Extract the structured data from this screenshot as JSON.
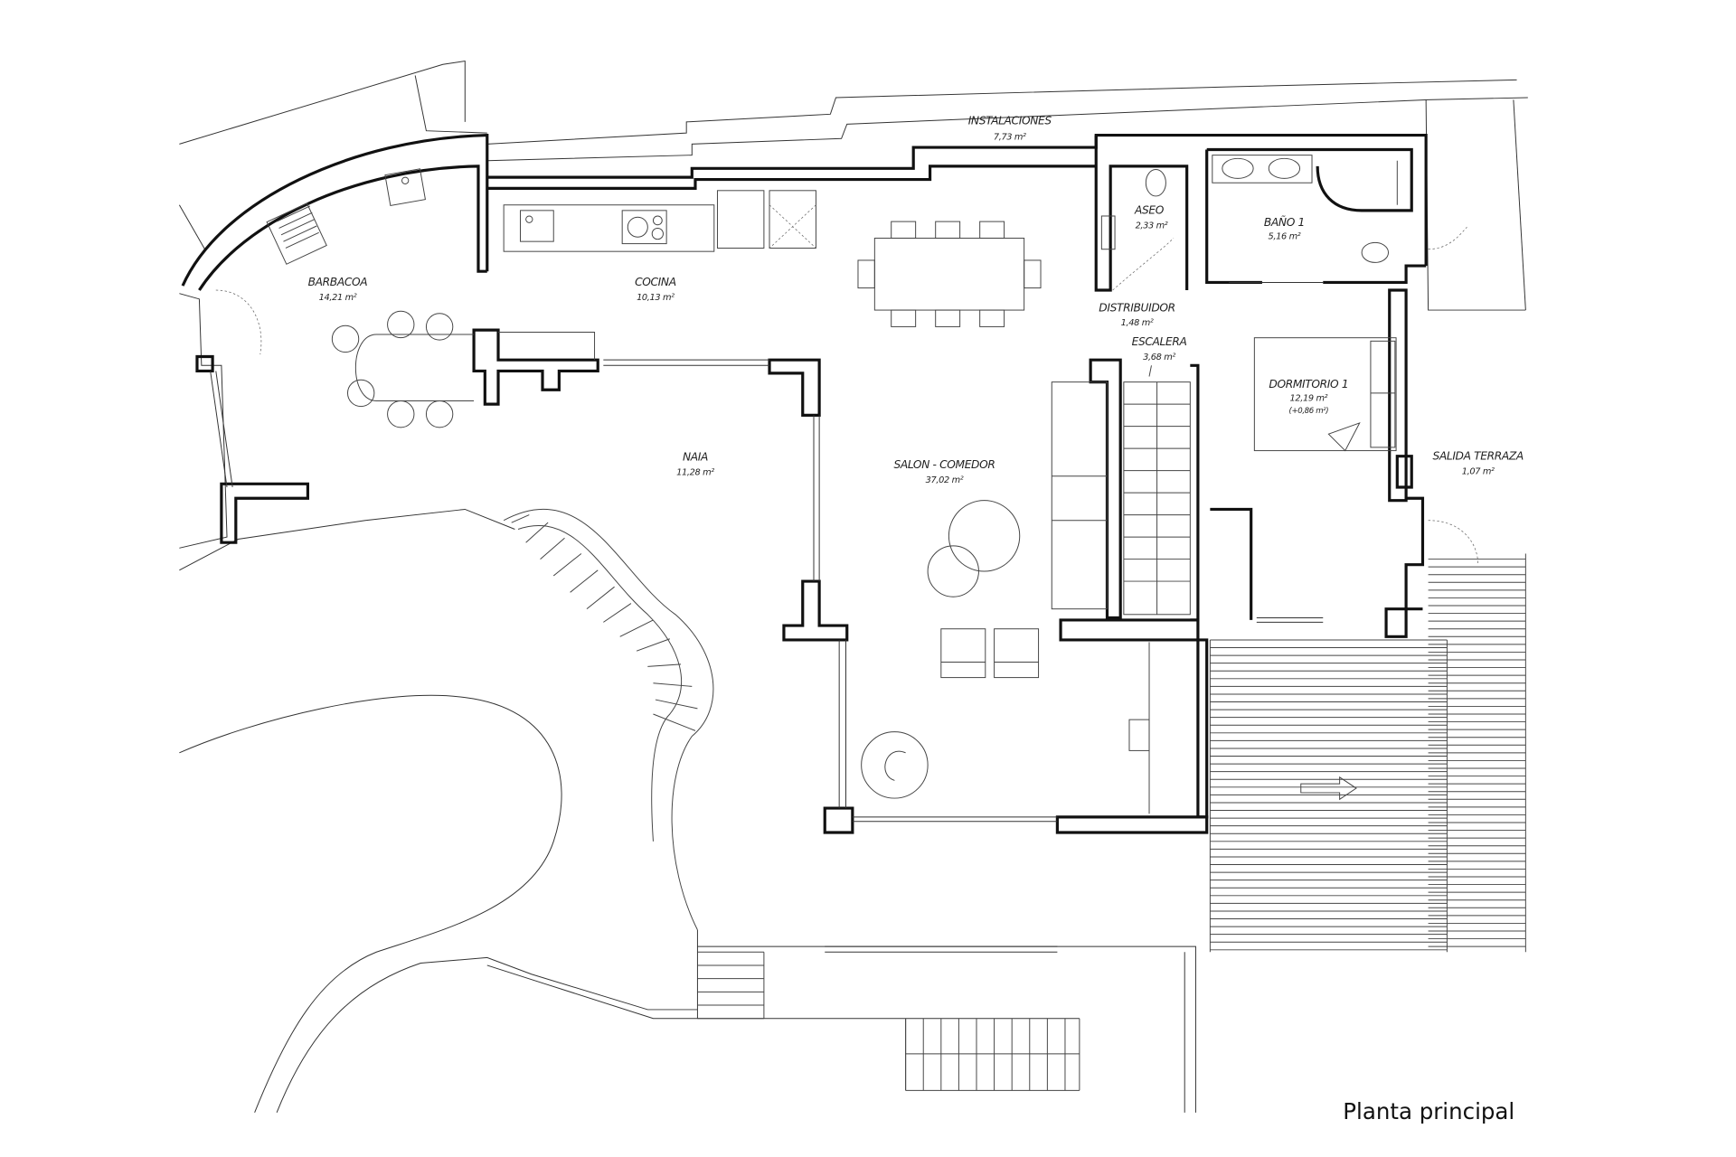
{
  "plan_title": "Planta principal",
  "rooms": [
    {
      "name": "INSTALACIONES",
      "area": "7,73 m²"
    },
    {
      "name": "BARBACOA",
      "area": "14,21 m²"
    },
    {
      "name": "COCINA",
      "area": "10,13 m²"
    },
    {
      "name": "ASEO",
      "area": "2,33 m²"
    },
    {
      "name": "BAÑO 1",
      "area": "5,16 m²"
    },
    {
      "name": "DISTRIBUIDOR",
      "area": "1,48 m²"
    },
    {
      "name": "ESCALERA",
      "area": "3,68 m²"
    },
    {
      "name": "DORMITORIO 1",
      "area": "12,19 m²",
      "extra": "(+0,86 m²)"
    },
    {
      "name": "NAIA",
      "area": "11,28 m²"
    },
    {
      "name": "SALON - COMEDOR",
      "area": "37,02 m²"
    },
    {
      "name": "SALIDA TERRAZA",
      "area": "1,07 m²"
    }
  ]
}
